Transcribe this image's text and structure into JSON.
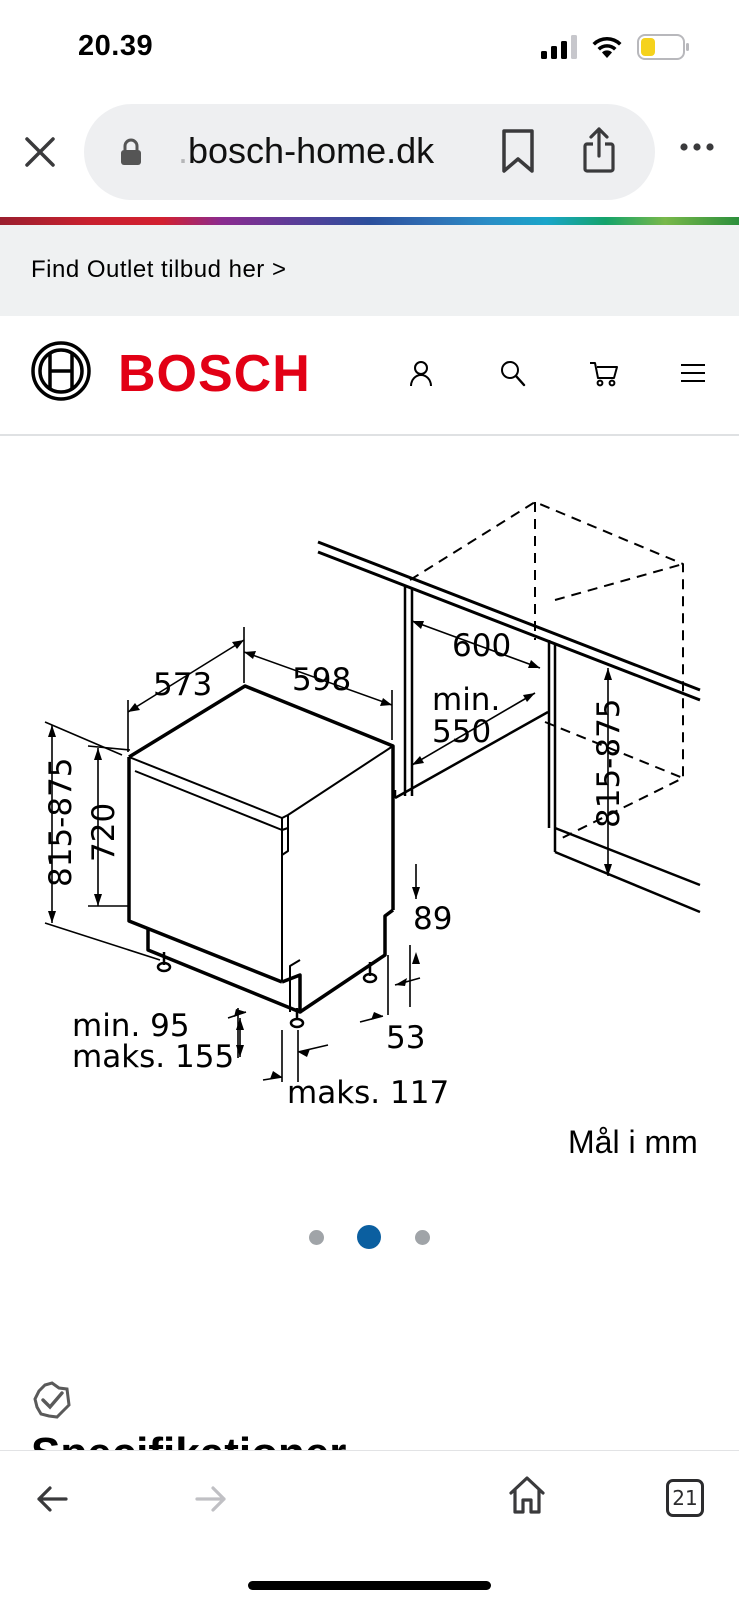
{
  "status": {
    "time": "20.39",
    "icons": [
      "cellular-signal-icon",
      "wifi-icon",
      "battery-low-icon"
    ]
  },
  "browser": {
    "url_prefix": ".",
    "url_domain": "bosch-home.dk",
    "icons": [
      "close-icon",
      "lock-icon",
      "bookmark-icon",
      "share-icon",
      "more-icon"
    ]
  },
  "promo": {
    "text": "Find Outlet tilbud her >"
  },
  "header": {
    "brand": "BOSCH",
    "brand_color": "#e20015",
    "icons": [
      "account-icon",
      "search-icon",
      "cart-icon",
      "menu-icon"
    ]
  },
  "gallery": {
    "dimensions": {
      "depth": "573",
      "width": "598",
      "niche_depth": "600",
      "niche_min_line1": "min.",
      "niche_min_line2": "550",
      "height_range_left": "815-875",
      "body_height": "720",
      "height_range_right": "815-875",
      "plinth_top": "89",
      "plinth_bottom": "53",
      "foot_min": "min. 95",
      "foot_max": "maks. 155",
      "foot_offset": "maks. 117"
    },
    "unit_label": "Mål i mm",
    "slide_count": 3,
    "active_slide": 2,
    "active_color": "#0b5fa0",
    "inactive_color": "#a0a4a8"
  },
  "section": {
    "heading": "Specifikationer"
  },
  "toolbar": {
    "tab_count": "21",
    "icons": [
      "back-arrow-icon",
      "forward-arrow-icon",
      "home-icon",
      "tabs-icon"
    ]
  }
}
